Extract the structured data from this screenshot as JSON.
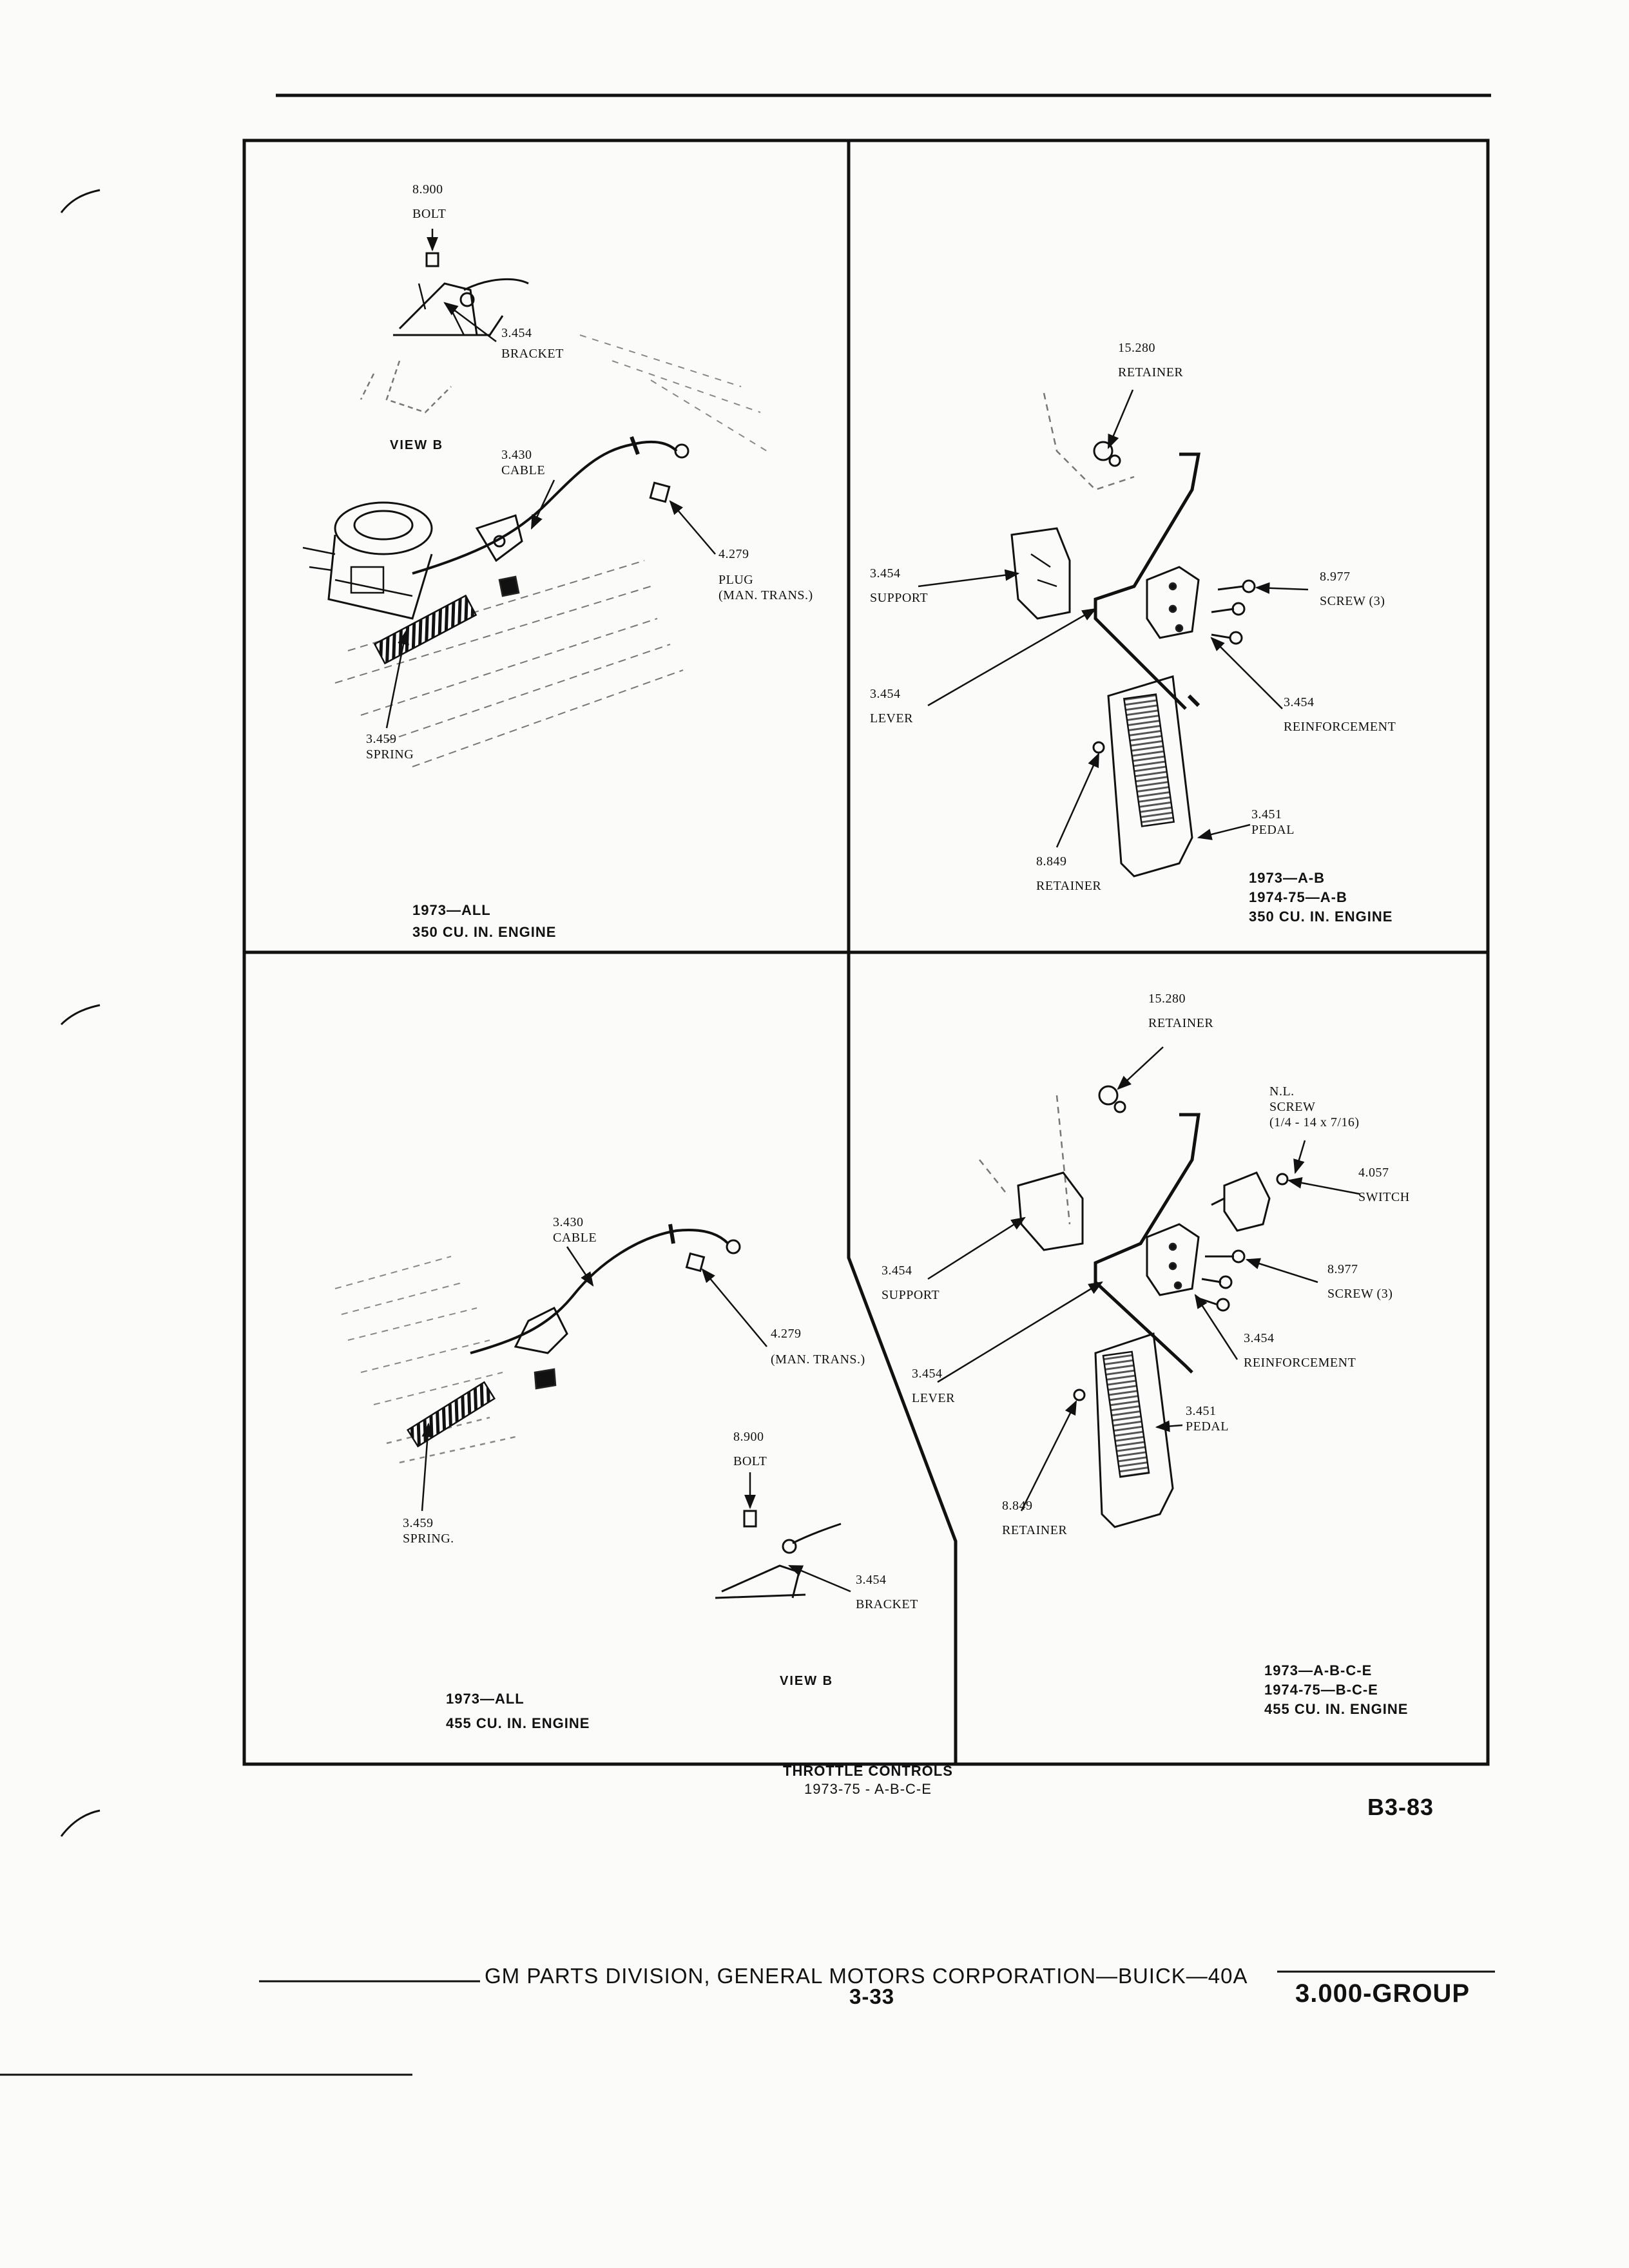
{
  "panels": {
    "top_left": {
      "callouts": {
        "bolt": {
          "num": "8.900",
          "text": "BOLT"
        },
        "bracket": {
          "num": "3.454",
          "text": "BRACKET"
        },
        "cable": {
          "num": "3.430",
          "text": "CABLE"
        },
        "plug": {
          "num": "4.279",
          "text": "PLUG",
          "text2": "(MAN. TRANS.)"
        },
        "spring": {
          "num": "3.459",
          "text": "SPRING"
        }
      },
      "view_label": "VIEW B",
      "caption": {
        "line1": "1973—ALL",
        "line2": "350 CU. IN. ENGINE"
      }
    },
    "top_right": {
      "callouts": {
        "retainer_top": {
          "num": "15.280",
          "text": "RETAINER"
        },
        "support": {
          "num": "3.454",
          "text": "SUPPORT"
        },
        "lever": {
          "num": "3.454",
          "text": "LEVER"
        },
        "screw": {
          "num": "8.977",
          "text": "SCREW (3)"
        },
        "reinforcement": {
          "num": "3.454",
          "text": "REINFORCEMENT"
        },
        "pedal": {
          "num": "3.451",
          "text": "PEDAL"
        },
        "retainer_bottom": {
          "num": "8.849",
          "text": "RETAINER"
        }
      },
      "caption": {
        "line1": "1973—A-B",
        "line2": "1974-75—A-B",
        "line3": "350 CU. IN. ENGINE"
      }
    },
    "bottom_left": {
      "callouts": {
        "cable": {
          "num": "3.430",
          "text": "CABLE"
        },
        "plug": {
          "num": "4.279",
          "text": "(MAN. TRANS.)"
        },
        "spring": {
          "num": "3.459",
          "text": "SPRING."
        },
        "bolt": {
          "num": "8.900",
          "text": "BOLT"
        },
        "bracket": {
          "num": "3.454",
          "text": "BRACKET"
        }
      },
      "view_label": "VIEW B",
      "caption": {
        "line1": "1973—ALL",
        "line2": "455 CU. IN. ENGINE"
      }
    },
    "bottom_right": {
      "callouts": {
        "retainer_top": {
          "num": "15.280",
          "text": "RETAINER"
        },
        "nl_screw": {
          "num": "N.L.",
          "text": "SCREW",
          "text2": "(1/4 - 14 x 7/16)"
        },
        "switch": {
          "num": "4.057",
          "text": "SWITCH"
        },
        "screw": {
          "num": "8.977",
          "text": "SCREW (3)"
        },
        "support": {
          "num": "3.454",
          "text": "SUPPORT"
        },
        "reinforcement": {
          "num": "3.454",
          "text": "REINFORCEMENT"
        },
        "lever": {
          "num": "3.454",
          "text": "LEVER"
        },
        "pedal": {
          "num": "3.451",
          "text": "PEDAL"
        },
        "retainer_bottom": {
          "num": "8.849",
          "text": "RETAINER"
        }
      },
      "caption": {
        "line1": "1973—A-B-C-E",
        "line2": "1974-75—B-C-E",
        "line3": "455 CU. IN. ENGINE"
      }
    }
  },
  "figure_caption": {
    "line1": "THROTTLE CONTROLS",
    "line2": "1973-75 - A-B-C-E"
  },
  "figure_id": "B3-83",
  "footer": {
    "publisher": "GM PARTS DIVISION, GENERAL MOTORS CORPORATION—BUICK—40A",
    "page_number": "3-33",
    "group": "3.000-GROUP"
  }
}
